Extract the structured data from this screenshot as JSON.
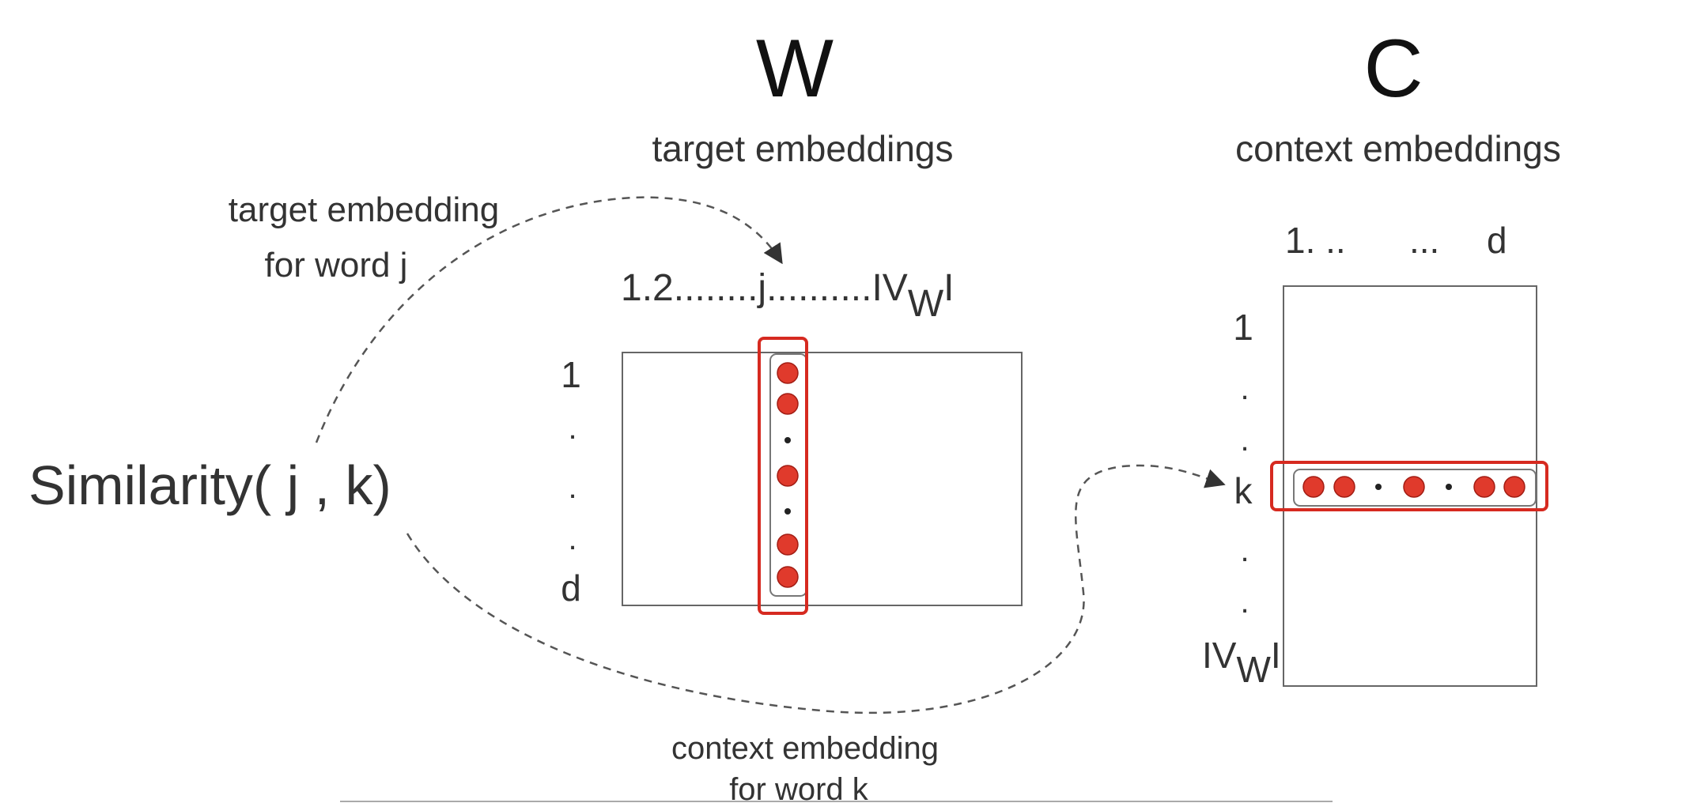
{
  "matrix_w": {
    "title": "W",
    "subtitle": "target embeddings",
    "col_axis": {
      "prefix": "1.2........",
      "j": "j",
      "dots": "..........",
      "vw": "IV",
      "sub": "W",
      "bar": "I"
    },
    "row_labels": [
      "1",
      ".",
      ".",
      ".",
      "d"
    ]
  },
  "matrix_c": {
    "title": "C",
    "subtitle": "context embeddings",
    "col_axis": {
      "start": "1. ..",
      "mid": "...",
      "end": "d"
    },
    "row_labels": [
      "1",
      ".",
      ".",
      "k",
      ".",
      "."
    ],
    "row_end": {
      "vw": "IV",
      "sub": "W",
      "bar": "I"
    }
  },
  "annotations": {
    "target_line1": "target embedding",
    "target_line2": "for word j",
    "context_line1": "context embedding",
    "context_line2": "for word k",
    "similarity": "Similarity( j , k)"
  },
  "colors": {
    "highlight": "#d62a20",
    "dot": "#e03a2c",
    "line": "#555555",
    "text": "#333333"
  }
}
